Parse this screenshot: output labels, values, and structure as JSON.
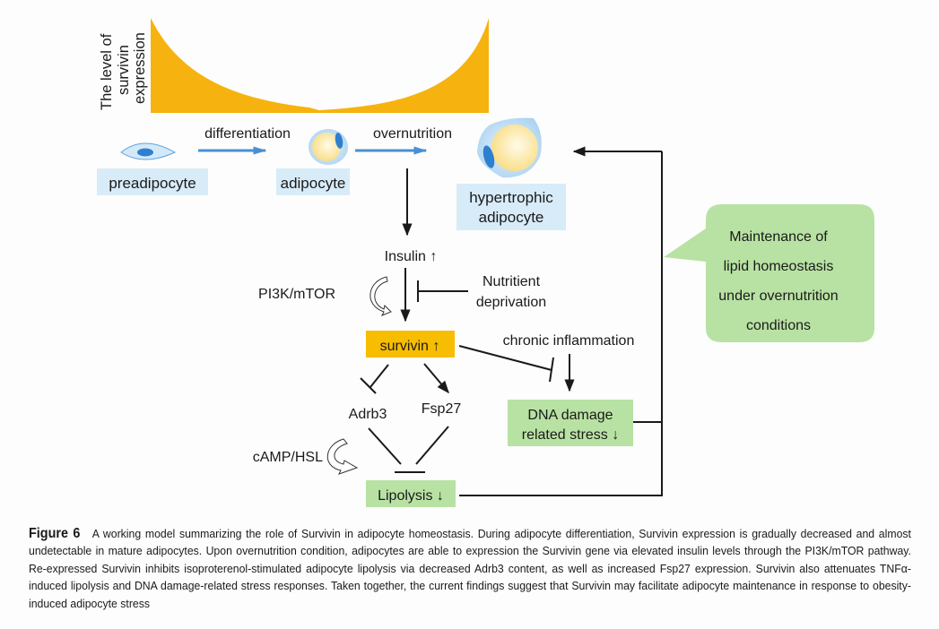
{
  "expression_curve": {
    "axis_label_lines": [
      "The level of",
      "survivin",
      "expression"
    ],
    "fill_color": "#f6b30f",
    "description": "Survivin expression high in preadipocyte, minimal in mature adipocyte, high again in hypertrophic adipocyte"
  },
  "stages": {
    "preadipocyte": "preadipocyte",
    "adipocyte": "adipocyte",
    "hypertrophic_line1": "hypertrophic",
    "hypertrophic_line2": "adipocyte",
    "arrow1_label": "differentiation",
    "arrow2_label": "overnutrition"
  },
  "pathway": {
    "insulin": "Insulin ↑",
    "pi3k": "PI3K/mTOR",
    "nutrient_line1": "Nutritient",
    "nutrient_line2": "deprivation",
    "survivin": "survivin ↑",
    "chronic_inflammation": "chronic inflammation",
    "adrb3": "Adrb3",
    "fsp27": "Fsp27",
    "camp": "cAMP/HSL",
    "dna_line1": "DNA damage",
    "dna_line2": "related stress ↓",
    "lipolysis": "Lipolysis ↓"
  },
  "callout": {
    "lines": [
      "Maintenance  of",
      "lipid homeostasis",
      "under overnutrition",
      "conditions"
    ]
  },
  "colors": {
    "cell_label_bg": "#d8ebf8",
    "survivin_bg": "#f7bd00",
    "green_box_bg": "#b8e2a3",
    "blue_arrow": "#4a8fd4",
    "cell_outline": "#a9d3f2",
    "nucleus": "#2f7fd0",
    "lipid": "#fbe7a2"
  },
  "caption": {
    "label": "Figure 6",
    "text": "A working model summarizing the role of Survivin in adipocyte homeostasis. During adipocyte differentiation, Survivin expression is gradually decreased and almost undetectable in mature adipocytes. Upon overnutrition condition, adipocytes are able to expression the Survivin gene via elevated insulin levels through the PI3K/mTOR pathway. Re-expressed Survivin inhibits isoproterenol-stimulated adipocyte lipolysis via decreased Adrb3 content, as well as increased Fsp27 expression. Survivin also attenuates TNFα-induced lipolysis and DNA damage-related stress responses. Taken together, the current findings suggest that Survivin may facilitate adipocyte maintenance in response to obesity-induced adipocyte stress"
  }
}
